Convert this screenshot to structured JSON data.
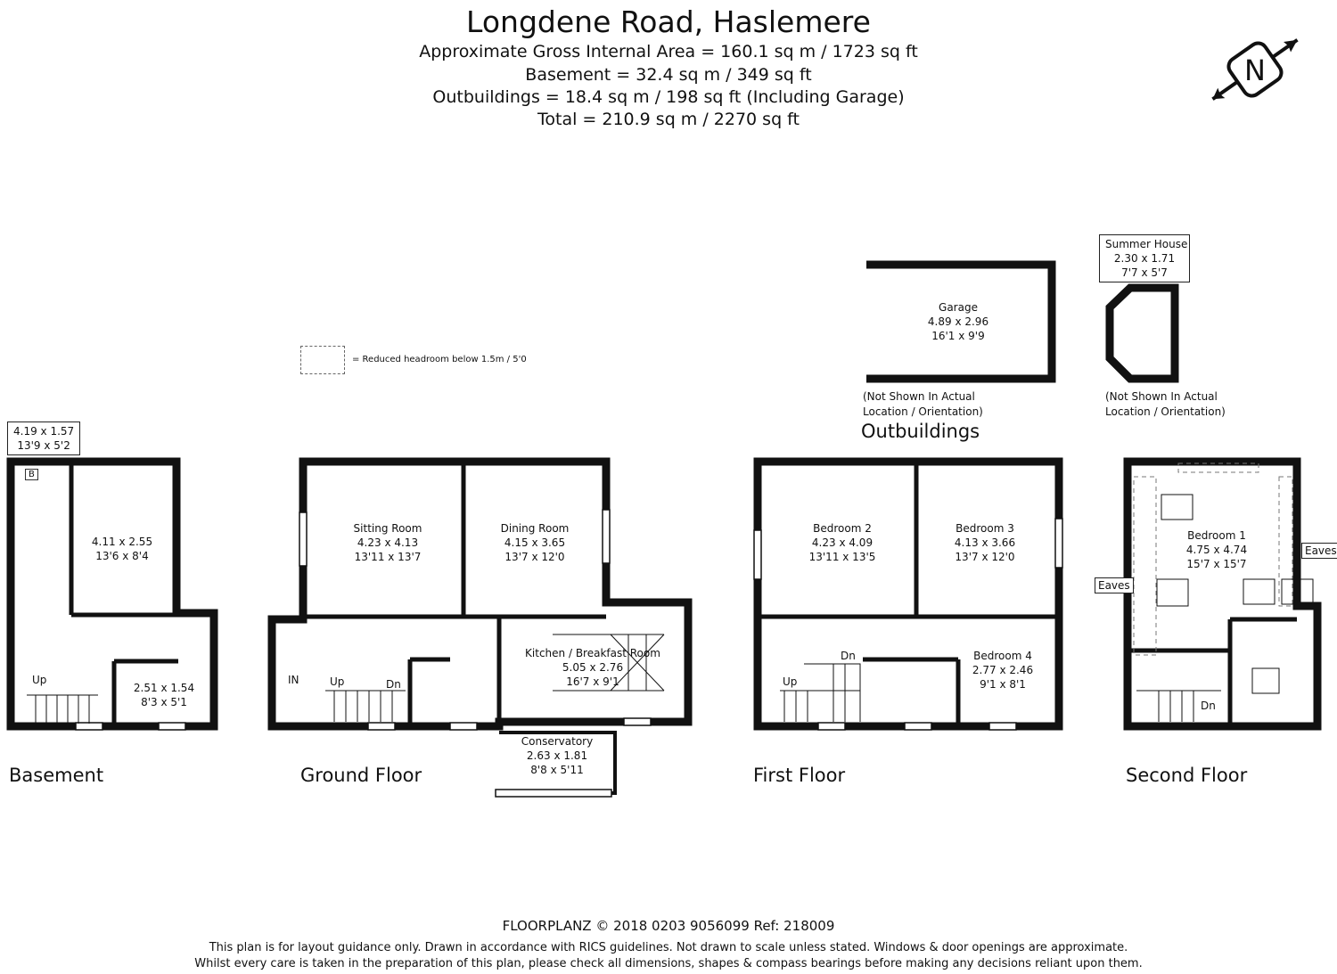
{
  "header": {
    "title": "Longdene Road, Haslemere",
    "areas": [
      "Approximate Gross Internal Area = 160.1 sq m / 1723 sq ft",
      "Basement = 32.4 sq m / 349 sq ft",
      "Outbuildings = 18.4 sq m / 198 sq ft (Including Garage)",
      "Total = 210.9 sq m / 2270 sq ft"
    ]
  },
  "compass": {
    "letter": "N",
    "icon": "north-compass-icon"
  },
  "legend": {
    "text": "= Reduced headroom below 1.5m / 5'0"
  },
  "floors": {
    "basement": "Basement",
    "ground": "Ground Floor",
    "first": "First Floor",
    "second": "Second Floor"
  },
  "basement": {
    "room_a": {
      "m": "4.19 x 1.57",
      "ft": "13'9 x 5'2"
    },
    "room_b": {
      "m": "4.11 x 2.55",
      "ft": "13'6 x 8'4"
    },
    "room_c": {
      "m": "2.51 x 1.54",
      "ft": "8'3 x 5'1"
    },
    "boiler": "B",
    "stairs": "Up"
  },
  "ground": {
    "sitting": {
      "name": "Sitting Room",
      "m": "4.23 x 4.13",
      "ft": "13'11 x 13'7"
    },
    "dining": {
      "name": "Dining Room",
      "m": "4.15 x 3.65",
      "ft": "13'7 x 12'0"
    },
    "kitchen": {
      "name": "Kitchen / Breakfast Room",
      "m": "5.05 x 2.76",
      "ft": "16'7 x 9'1"
    },
    "conservatory": {
      "name": "Conservatory",
      "m": "2.63 x 1.81",
      "ft": "8'8 x 5'11"
    },
    "entrance": "IN",
    "up": "Up",
    "dn": "Dn"
  },
  "first": {
    "bed2": {
      "name": "Bedroom 2",
      "m": "4.23 x 4.09",
      "ft": "13'11 x 13'5"
    },
    "bed3": {
      "name": "Bedroom 3",
      "m": "4.13 x 3.66",
      "ft": "13'7 x 12'0"
    },
    "bed4": {
      "name": "Bedroom 4",
      "m": "2.77 x 2.46",
      "ft": "9'1 x 8'1"
    },
    "up": "Up",
    "dn": "Dn"
  },
  "second": {
    "bed1": {
      "name": "Bedroom 1",
      "m": "4.75 x 4.74",
      "ft": "15'7 x 15'7"
    },
    "eaves_left": "Eaves",
    "eaves_right": "Eaves",
    "dn": "Dn"
  },
  "outbuildings": {
    "heading": "Outbuildings",
    "garage": {
      "name": "Garage",
      "m": "4.89 x 2.96",
      "ft": "16'1 x 9'9"
    },
    "summer": {
      "name": "Summer House",
      "m": "2.30 x 1.71",
      "ft": "7'7 x 5'7"
    },
    "note_line1": "(Not Shown In Actual",
    "note_line2": "Location / Orientation)"
  },
  "footer": {
    "credit": "FLOORPLANZ © 2018   0203 9056099   Ref: 218009",
    "disclaimer1": "This plan is for layout guidance only. Drawn in accordance with RICS guidelines. Not drawn to scale unless stated. Windows & door openings are approximate.",
    "disclaimer2": "Whilst every care is taken in the preparation of this plan, please check all dimensions, shapes & compass bearings before making any decisions reliant upon them."
  }
}
